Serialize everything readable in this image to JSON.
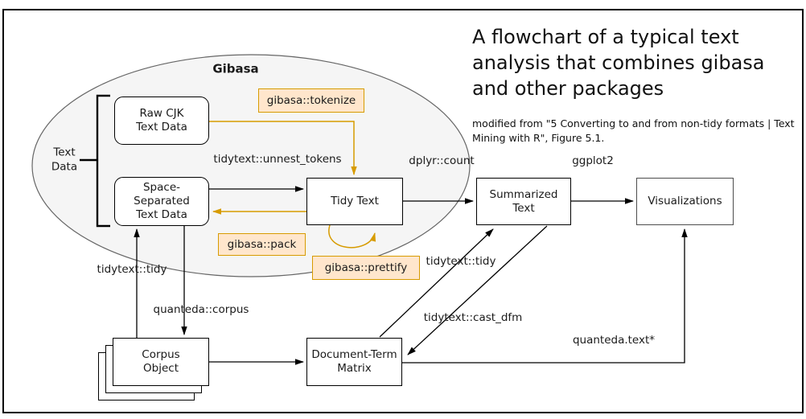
{
  "title": {
    "line1": "A flowchart of a typical text",
    "line2": "analysis that combines gibasa",
    "line3": "and other packages",
    "subtitle_line1": "modified from \"5 Converting to and from non-tidy formats | Text",
    "subtitle_line2": "Mining with R\", Figure 5.1."
  },
  "gibasa_group": {
    "label": "Gibasa",
    "side_label": "Text\nData"
  },
  "nodes": {
    "raw_cjk": "Raw CJK\nText Data",
    "space_separated": "Space-\nSeparated\nText Data",
    "tidy_text": "Tidy Text",
    "summarized_text": "Summarized\nText",
    "visualizations": "Visualizations",
    "corpus_object": "Corpus\nObject",
    "document_term_matrix": "Document-Term\nMatrix"
  },
  "operations": {
    "tokenize": "gibasa::tokenize",
    "pack": "gibasa::pack",
    "prettify": "gibasa::prettify"
  },
  "edge_labels": {
    "unnest_tokens": "tidytext::unnest_tokens",
    "dplyr_count": "dplyr::count",
    "ggplot2": "ggplot2",
    "tidy_left": "tidytext::tidy",
    "quanteda_corpus": "quanteda::corpus",
    "tidy_right": "tidytext::tidy",
    "cast_dfm": "tidytext::cast_dfm",
    "quanteda_text": "quanteda.text*"
  },
  "colors": {
    "operation_fill": "#ffe6cc",
    "operation_stroke": "#d79b00",
    "ellipse_fill": "#f5f5f5",
    "ellipse_stroke": "#666666",
    "node_stroke": "#000000",
    "arrow_black": "#000000",
    "arrow_orange": "#d79b00"
  }
}
